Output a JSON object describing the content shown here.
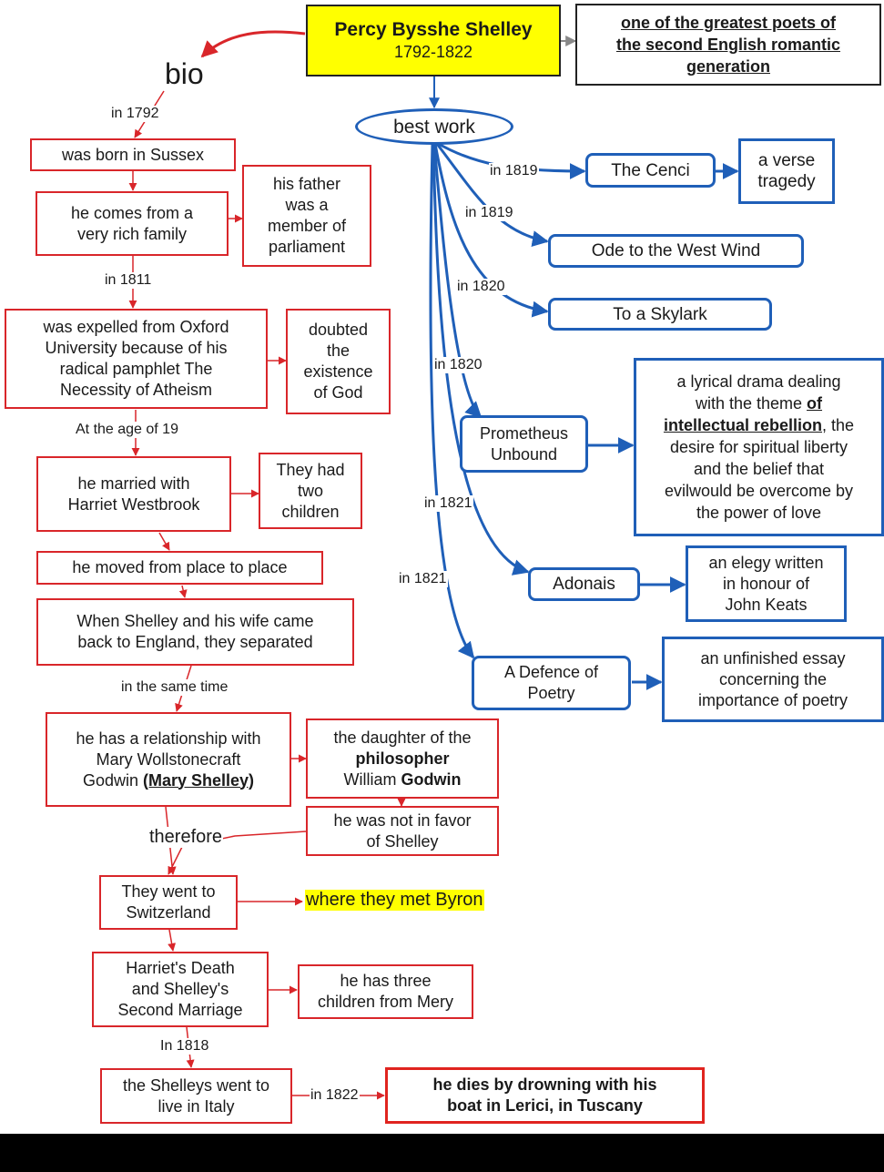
{
  "title": {
    "name": "Percy Bysshe Shelley",
    "years": "1792-1822"
  },
  "description": [
    "one of the greatest poets of",
    "the second English romantic",
    "generation"
  ],
  "bio_label": "bio",
  "best_work_label": "best work",
  "bio": {
    "l_1792": "in 1792",
    "born": "was born in Sussex",
    "rich_1": "he comes from a",
    "rich_2": "very rich family",
    "father_1": "his father",
    "father_2": "was a",
    "father_3": "member of",
    "father_4": "parliament",
    "l_1811": "in 1811",
    "expelled_1": "was expelled from Oxford",
    "expelled_2": "University because of his",
    "expelled_3": "radical pamphlet The",
    "expelled_4": "Necessity of Atheism",
    "doubted_1": "doubted",
    "doubted_2": "the",
    "doubted_3": "existence",
    "doubted_4": "of God",
    "l_age19": "At the age of 19",
    "married_1": "he married with",
    "married_2": "Harriet Westbrook",
    "children_1": "They had",
    "children_2": "two",
    "children_3": "children",
    "moved": "he moved from place to place",
    "separated_1": "When Shelley and his wife came",
    "separated_2": "back to England, they separated",
    "l_same_time": "in the same time",
    "relationship_1": "he has a relationship with",
    "relationship_2": "Mary Wollstonecraft",
    "relationship_3a": "Godwin ",
    "relationship_3b": "(Mary Shelley)",
    "daughter_1": "the daughter of the",
    "daughter_2": "philosopher",
    "daughter_3a": "William ",
    "daughter_3b": "Godwin",
    "notfavor_1": "he was not in favor",
    "notfavor_2": "of Shelley",
    "l_therefore": "therefore",
    "switzerland_1": "They went to",
    "switzerland_2": "Switzerland",
    "byron": "where they met Byron",
    "death_1": "Harriet's Death",
    "death_2": "and Shelley's",
    "death_3": "Second Marriage",
    "three_1": "he has three",
    "three_2": "children from Mery",
    "l_1818": "In 1818",
    "italy_1": "the Shelleys went to",
    "italy_2": "live in Italy",
    "l_1822": "in 1822",
    "dies_1": "he dies by drowning with his",
    "dies_2": "boat in Lerici, in Tuscany"
  },
  "works": {
    "l_cenci": "in 1819",
    "cenci": "The Cenci",
    "cenci_desc_1": "a verse",
    "cenci_desc_2": "tragedy",
    "l_ode": "in 1819",
    "ode": "Ode to the West Wind",
    "l_skylark": "in 1820",
    "skylark": "To a Skylark",
    "l_prom": "in 1820",
    "prom_1": "Prometheus",
    "prom_2": "Unbound",
    "prom_desc_1": "a lyrical drama dealing",
    "prom_desc_2a": "with the theme ",
    "prom_desc_2b": "of",
    "prom_desc_3a": "intellectual rebellion",
    "prom_desc_3b": ", the",
    "prom_desc_4": "desire for spiritual liberty",
    "prom_desc_5": "and the belief that",
    "prom_desc_6": "evilwould be overcome by",
    "prom_desc_7": "the power of love",
    "l_adonais": "in 1821",
    "adonais": "Adonais",
    "adonais_desc_1": "an elegy written",
    "adonais_desc_2": "in honour of",
    "adonais_desc_3": "John Keats",
    "l_defence": "in 1821",
    "defence_1": "A Defence of",
    "defence_2": "Poetry",
    "defence_desc_1": "an unfinished essay",
    "defence_desc_2": "concerning the",
    "defence_desc_3": "importance of poetry"
  },
  "colors": {
    "bio_red": "#d9262a",
    "work_blue": "#1f5fb8",
    "title_fill": "#ffff00",
    "highlight": "#ffff00"
  }
}
